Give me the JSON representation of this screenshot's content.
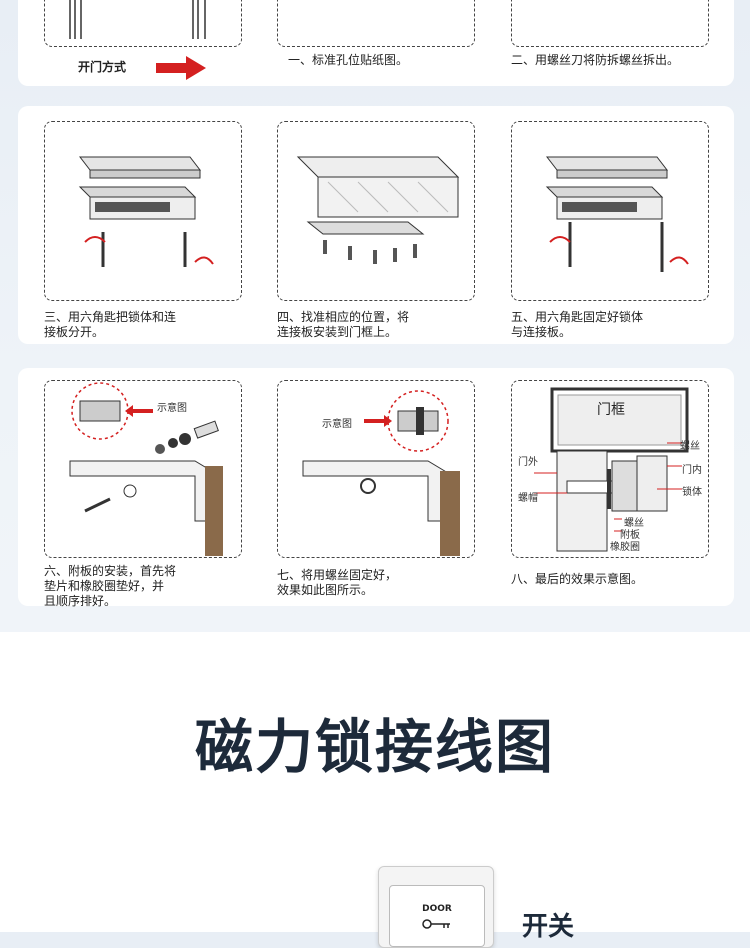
{
  "steps": {
    "door_mode_label": "开门方式",
    "step1": "一、标准孔位贴纸图。",
    "step2": "二、用螺丝刀将防拆螺丝拆出。",
    "step3": "三、用六角匙把锁体和连\n接板分开。",
    "step4": "四、找准相应的位置，将\n连接板安装到门框上。",
    "step5": "五、用六角匙固定好锁体\n与连接板。",
    "step6": "六、附板的安装，首先将\n垫片和橡胶圈垫好，并\n且顺序排好。",
    "step7": "七、将用螺丝固定好，\n效果如此图所示。",
    "step8": "八、最后的效果示意图。"
  },
  "labels": {
    "diagram_hint": "示意图",
    "door_frame": "门框",
    "outside": "门外",
    "inside": "门内",
    "screw": "螺丝",
    "screw_cap": "螺帽",
    "lock_body": "锁体",
    "screw2": "螺丝",
    "plate": "附板",
    "rubber": "橡胶圈"
  },
  "section_title": "磁力锁接线图",
  "switch": {
    "door": "DOOR",
    "label": "开关"
  },
  "colors": {
    "accent_red": "#d42020",
    "title": "#1d2a3a"
  }
}
